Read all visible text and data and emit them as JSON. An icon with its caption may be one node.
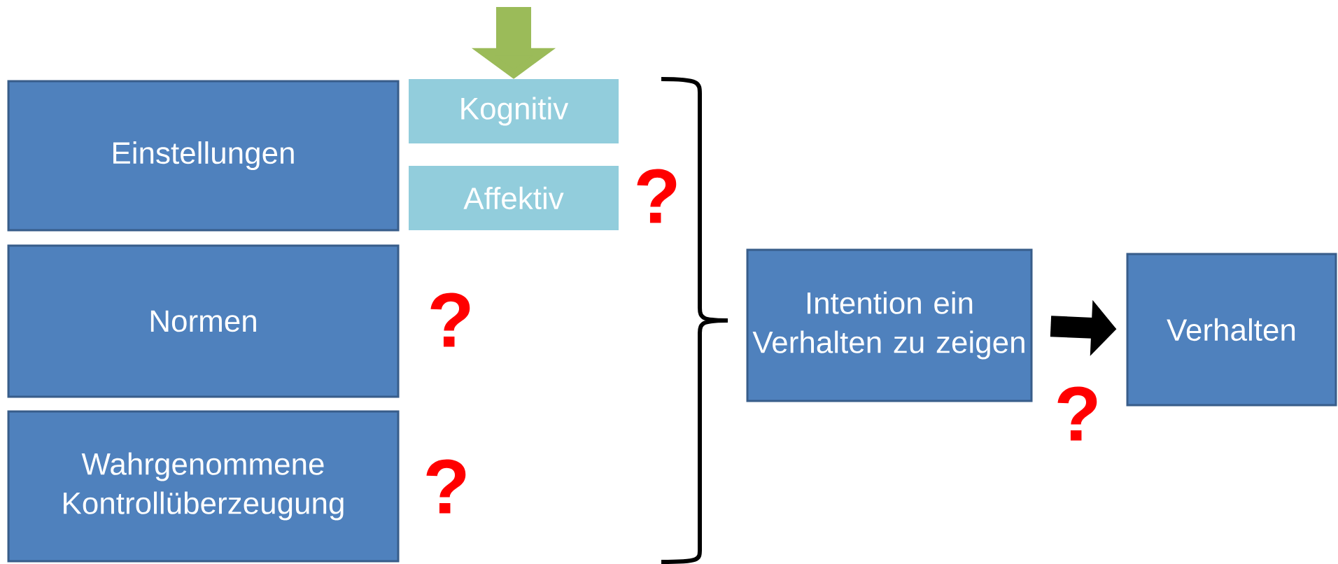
{
  "diagram": {
    "nodes": [
      {
        "text": [
          "Einstellungen"
        ]
      },
      {
        "text": [
          "Kognitiv"
        ]
      },
      {
        "text": [
          "Affektiv"
        ]
      },
      {
        "text": [
          "Normen"
        ]
      },
      {
        "text": [
          "Wahrgenommene Kontrollüberzeugung"
        ]
      },
      {
        "text": [
          "Intention ein Verhalten zu zeigen"
        ]
      },
      {
        "text": [
          "Verhalten"
        ]
      }
    ],
    "edges": [
      {
        "from": null,
        "to": 1,
        "arrow": "to",
        "color": "#9bbb59"
      },
      {
        "from": 5,
        "to": 6,
        "arrow": "to",
        "color": "#000000"
      }
    ],
    "labels": [
      "?",
      "?",
      "?",
      "?"
    ]
  }
}
